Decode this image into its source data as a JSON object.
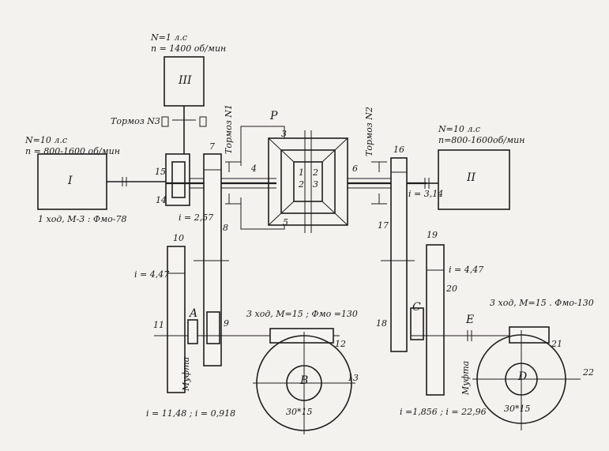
{
  "motors": {
    "m1_label": "I",
    "m1_power": "N=10 л.с",
    "m1_speed": "n = 800-1600 об/мин",
    "m1_spec": "1 ход, M-3 : Φмо-78",
    "m2_label": "II",
    "m2_power": "N=10 л.с",
    "m2_speed": "n=800-1600об/мин",
    "m3_label": "III",
    "m3_power": "N=1 л.с",
    "m3_speed": "n = 1400 об/мин"
  },
  "brakes": {
    "b1": "Тормоз N1",
    "b2": "Тормоз N2",
    "b3": "Тормоз N3"
  },
  "ratios": {
    "r_14": "i = 2,57",
    "r_16": "i = 3,14",
    "r_10": "i = 4,47",
    "r_19": "i = 4,47",
    "left_bottom": "i = 11,48 ; i = 0,918",
    "right_bottom": "i =1,856 ; i = 22,96"
  },
  "specs": {
    "spec3_left": "3 ход, M=15 ; Φмо =130",
    "spec3_right": "3 ход, M=15 . Φмо-130",
    "disk_b": "30*15",
    "disk_d": "30*15"
  },
  "couplings": {
    "left": "Муфта",
    "right": "Муфта"
  },
  "letters": {
    "P": "P",
    "A": "A",
    "B": "B",
    "C": "C",
    "D": "D",
    "E": "E",
    "diff_1": "1",
    "diff_2": "2",
    "diff_2b": "2",
    "diff_3": "3"
  },
  "parts": {
    "p3": "3",
    "p4": "4",
    "p5": "5",
    "p6": "6",
    "p7": "7",
    "p8": "8",
    "p9": "9",
    "p10": "10",
    "p11": "11",
    "p12": "12",
    "p13": "13",
    "p14": "14",
    "p15": "15",
    "p16": "16",
    "p17": "17",
    "p18": "18",
    "p19": "19",
    "p20": "20",
    "p21": "21",
    "p22": "22"
  }
}
